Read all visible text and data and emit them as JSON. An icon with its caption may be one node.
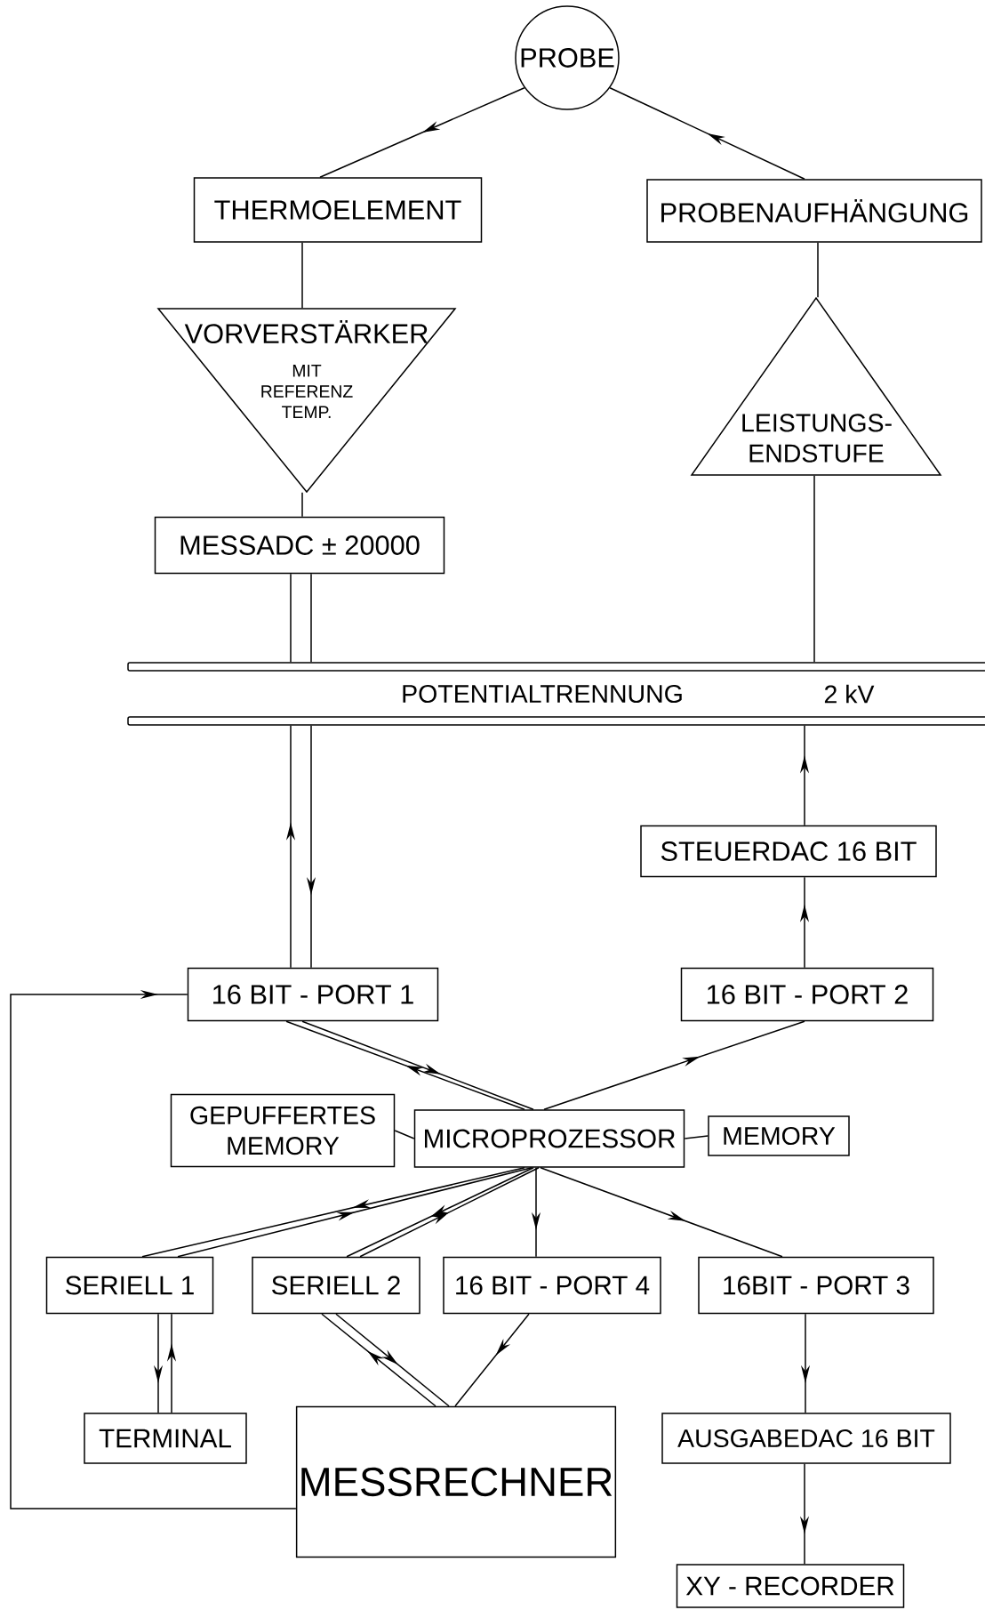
{
  "diagram": {
    "nodes": [
      {
        "text": [
          "PROBE"
        ]
      },
      {
        "text": [
          "THERMOELEMENT"
        ]
      },
      {
        "text": [
          "PROBENAUFHÄNGUNG"
        ]
      },
      {
        "text": [
          "VORVERSTÄRKER",
          "MIT REFERENZ TEMP."
        ]
      },
      {
        "text": [
          "LEISTUNGS- ENDSTUFE"
        ]
      },
      {
        "text": [
          "MESSADC ± 20000"
        ]
      },
      {
        "text": [
          "POTENTIALTRENNUNG",
          "2 kV"
        ]
      },
      {
        "text": [
          "STEUERDAC 16 BIT"
        ]
      },
      {
        "text": [
          "16 BIT - PORT 1"
        ]
      },
      {
        "text": [
          "16 BIT - PORT 2"
        ]
      },
      {
        "text": [
          "GEPUFFERTES MEMORY"
        ]
      },
      {
        "text": [
          "MICROPROZESSOR"
        ]
      },
      {
        "text": [
          "MEMORY"
        ]
      },
      {
        "text": [
          "SERIELL 1"
        ]
      },
      {
        "text": [
          "SERIELL 2"
        ]
      },
      {
        "text": [
          "16 BIT - PORT 4"
        ]
      },
      {
        "text": [
          "16BIT - PORT 3"
        ]
      },
      {
        "text": [
          "TERMINAL"
        ]
      },
      {
        "text": [
          "MESSRECHNER"
        ]
      },
      {
        "text": [
          "AUSGABEDAC 16 BIT"
        ]
      },
      {
        "text": [
          "XY - RECORDER"
        ]
      }
    ],
    "edges": [
      {
        "from": 0,
        "to": 1,
        "arrow": "to"
      },
      {
        "from": 2,
        "to": 0,
        "arrow": "to"
      },
      {
        "from": 1,
        "to": 3,
        "arrow": "none"
      },
      {
        "from": 3,
        "to": 5,
        "arrow": "none"
      },
      {
        "from": 2,
        "to": 4,
        "arrow": "none"
      },
      {
        "from": 4,
        "to": 6,
        "arrow": "none"
      },
      {
        "from": 5,
        "to": 6,
        "arrow": "none"
      },
      {
        "from": 5,
        "to": 6,
        "arrow": "none"
      },
      {
        "from": 8,
        "to": 6,
        "arrow": "to"
      },
      {
        "from": 6,
        "to": 8,
        "arrow": "to"
      },
      {
        "from": 7,
        "to": 6,
        "arrow": "to"
      },
      {
        "from": 9,
        "to": 7,
        "arrow": "to"
      },
      {
        "from": 8,
        "to": 11,
        "arrow": "to"
      },
      {
        "from": 11,
        "to": 8,
        "arrow": "to"
      },
      {
        "from": 11,
        "to": 9,
        "arrow": "to"
      },
      {
        "from": 10,
        "to": 11,
        "arrow": "none"
      },
      {
        "from": 11,
        "to": 12,
        "arrow": "none"
      },
      {
        "from": 11,
        "to": 13,
        "arrow": "to"
      },
      {
        "from": 13,
        "to": 11,
        "arrow": "to"
      },
      {
        "from": 11,
        "to": 14,
        "arrow": "to"
      },
      {
        "from": 14,
        "to": 11,
        "arrow": "to"
      },
      {
        "from": 11,
        "to": 15,
        "arrow": "to"
      },
      {
        "from": 11,
        "to": 16,
        "arrow": "to"
      },
      {
        "from": 13,
        "to": 17,
        "arrow": "to"
      },
      {
        "from": 17,
        "to": 13,
        "arrow": "to"
      },
      {
        "from": 18,
        "to": 14,
        "arrow": "to"
      },
      {
        "from": 14,
        "to": 18,
        "arrow": "to"
      },
      {
        "from": 15,
        "to": 18,
        "arrow": "to"
      },
      {
        "from": 18,
        "to": 8,
        "arrow": "to"
      },
      {
        "from": 16,
        "to": 19,
        "arrow": "to"
      },
      {
        "from": 19,
        "to": 20,
        "arrow": "to"
      }
    ]
  }
}
